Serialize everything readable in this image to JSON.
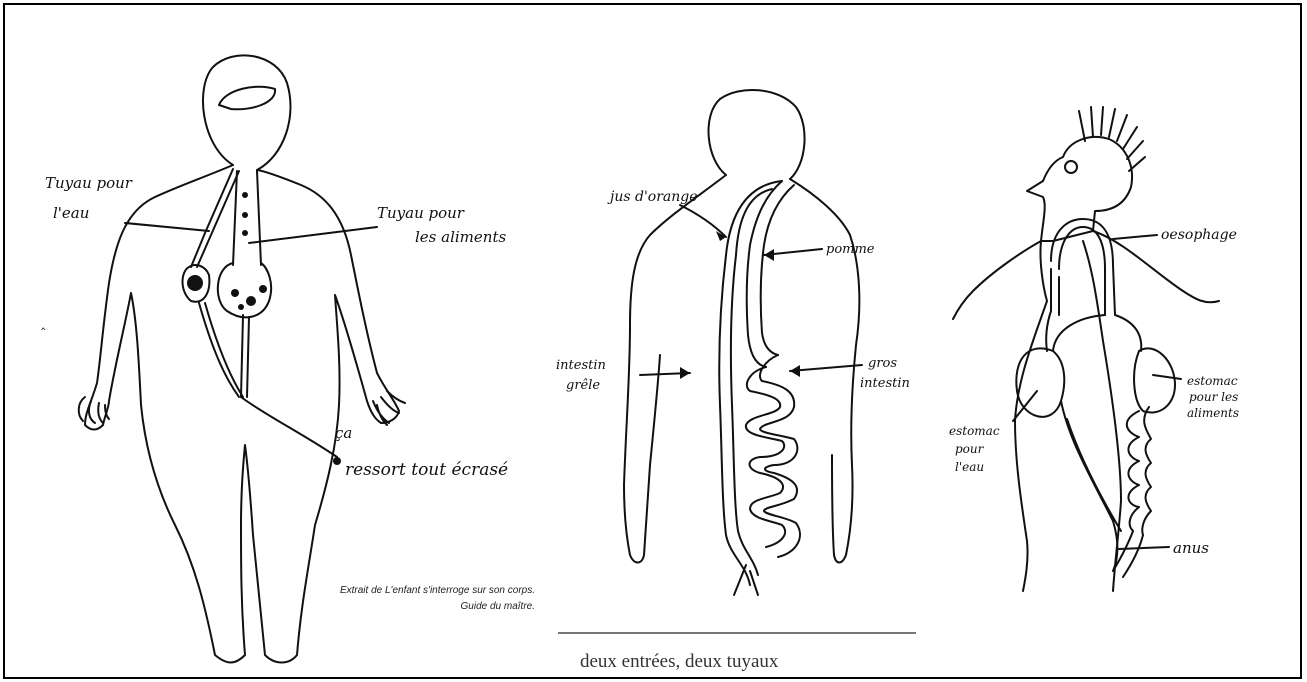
{
  "figure1": {
    "label_water_pipe_line1": "Tuyau pour",
    "label_water_pipe_line2": "l'eau",
    "label_food_pipe_line1": "Tuyau pour",
    "label_food_pipe_line2": "les aliments",
    "label_exit_line1": "ça",
    "label_exit_line2": "ressort tout écrasé",
    "source_line1": "Extrait de L'enfant s'interroge sur son corps.",
    "source_line2": "Guide du maître."
  },
  "figure2": {
    "label_orange_juice": "jus d'orange",
    "label_apple": "pomme",
    "label_small_intestine_line1": "intestin",
    "label_small_intestine_line2": "grêle",
    "label_large_intestine_line1": "gros",
    "label_large_intestine_line2": "intestin"
  },
  "figure3": {
    "label_oesophagus": "oesophage",
    "label_food_stomach_line1": "estomac",
    "label_food_stomach_line2": "pour les",
    "label_food_stomach_line3": "aliments",
    "label_water_stomach_line1": "estomac",
    "label_water_stomach_line2": "pour",
    "label_water_stomach_line3": "l'eau",
    "label_anus": "anus"
  },
  "caption": "deux entrées, deux tuyaux"
}
